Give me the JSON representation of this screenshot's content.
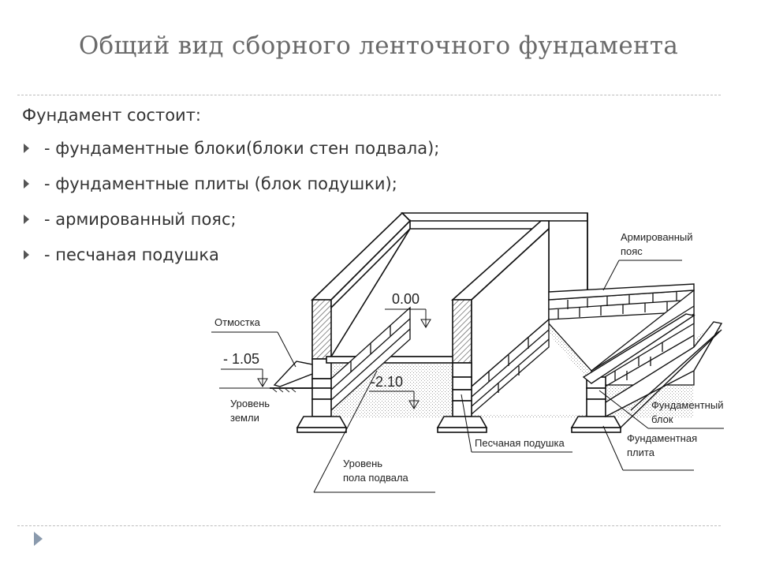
{
  "title": "Общий вид сборного ленточного фундамента",
  "intro": "Фундамент состоит:",
  "bullets": [
    "- фундаментные блоки(блоки стен подвала);",
    "- фундаментные плиты (блок подушки);",
    "- армированный пояс;",
    "- песчаная подушка"
  ],
  "diagram": {
    "labels": {
      "armored_belt": [
        "Армированный",
        "пояс"
      ],
      "otmostka": "Отмостка",
      "level_105": "- 1.05",
      "level_000": "0.00",
      "level_210": "-2.10",
      "ground_level": [
        "Уровень",
        "земли"
      ],
      "basement_floor": [
        "Уровень",
        "пола подвала"
      ],
      "sand_cushion": "Песчаная подушка",
      "foundation_block": [
        "Фундаментный",
        "блок"
      ],
      "foundation_plate": [
        "Фундаментная",
        "плита"
      ]
    }
  }
}
